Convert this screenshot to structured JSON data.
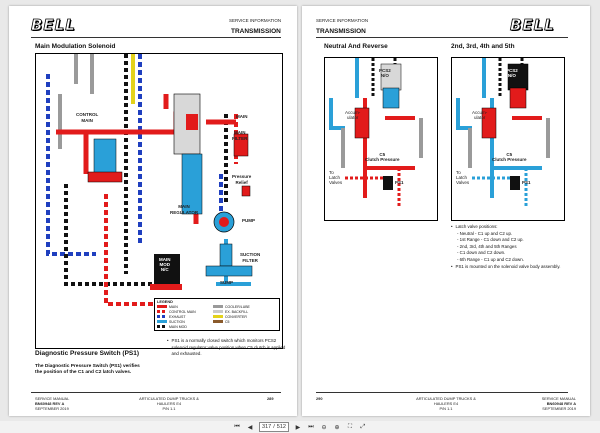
{
  "left_page": {
    "logo": "BELL",
    "header_small": "SERVICE INFORMATION",
    "header_title": "TRANSMISSION",
    "section_title": "Main Modulation Solenoid",
    "diagram_labels": {
      "control_main": "CONTROL\nMAIN",
      "main": "MAIN",
      "main_filter": "MAIN\nFILTER",
      "pressure_relief": "Pressure\nRelief",
      "main_regulator": "MAIN\nREGULATOR",
      "pump": "PUMP",
      "suction_filter": "SUCTION\nFILTER",
      "sump": "SUMP",
      "main_mod": "MAIN\nMOD\nN/C"
    },
    "legend": {
      "title": "LEGEND",
      "items": [
        {
          "label": "MAIN",
          "color": "#e21b1b"
        },
        {
          "label": "CONTROL MAIN",
          "color": "#e21b1b"
        },
        {
          "label": "EXHAUST",
          "color": "#1f3fbf"
        },
        {
          "label": "SUCTION",
          "color": "#2aa0d8"
        },
        {
          "label": "MAIN MOD",
          "color": "#111111"
        },
        {
          "label": "COOLER/LUBE",
          "color": "#9a9a9a"
        },
        {
          "label": "EX. BACKFILL",
          "color": "#c9c9c9"
        },
        {
          "label": "CONVERTER",
          "color": "#e3d21b"
        },
        {
          "label": "C5",
          "color": "#8a5a2b"
        }
      ]
    },
    "note": "PS1 is a normally closed switch which monitors PCS2 solenoid regulator valve position when C5 clutch is applied and exhausted.",
    "subsection_title": "Diagnostic Pressure Switch (PS1)",
    "subsection_body": "The Diagnostic Pressure Switch (PS1) verifies the position of the C1 and C2 latch valves.",
    "footer": {
      "left": [
        "SERVICE MANUAL",
        "BN60948 REV A",
        "SEPTEMBER 2019"
      ],
      "center": [
        "ARTICULATED DUMP TRUCKS &",
        "HAULERS E4",
        "P/N 1.1"
      ],
      "page_number": "289"
    }
  },
  "right_page": {
    "logo": "BELL",
    "header_small": "SERVICE INFORMATION",
    "header_title": "TRANSMISSION",
    "diagram1_title": "Neutral And Reverse",
    "diagram2_title": "2nd, 3rd, 4th and 5th",
    "diagram_labels": {
      "pcs2": "PCS2\nN/O",
      "accumulator": "Accum-\nulator",
      "c5_clutch_pressure": "C5\nClutch Pressure",
      "ps1": "PS1",
      "to_latch_valves": "To\nLatch\nValves"
    },
    "bullet1": "Latch valve positions:",
    "sub_bullets": [
      "- Neutral - C1 up and C2 up.",
      "- 1st Range - C1 down and C2 up.",
      "- 2nd, 3rd, 4th and 5th Ranges",
      "- C1 down and C2 down.",
      "- 6th Range - C1 up and C2 down."
    ],
    "bullet2": "PS1 is mounted on the solenoid valve body assembly.",
    "footer": {
      "page_number": "290",
      "center": [
        "ARTICULATED DUMP TRUCKS &",
        "HAULERS E4",
        "P/N 1.1"
      ],
      "right": [
        "SERVICE MANUAL",
        "BN60948 REV A",
        "SEPTEMBER 2019"
      ]
    }
  },
  "navbar": {
    "current_page": "317",
    "separator": "/",
    "total_pages": "512"
  }
}
